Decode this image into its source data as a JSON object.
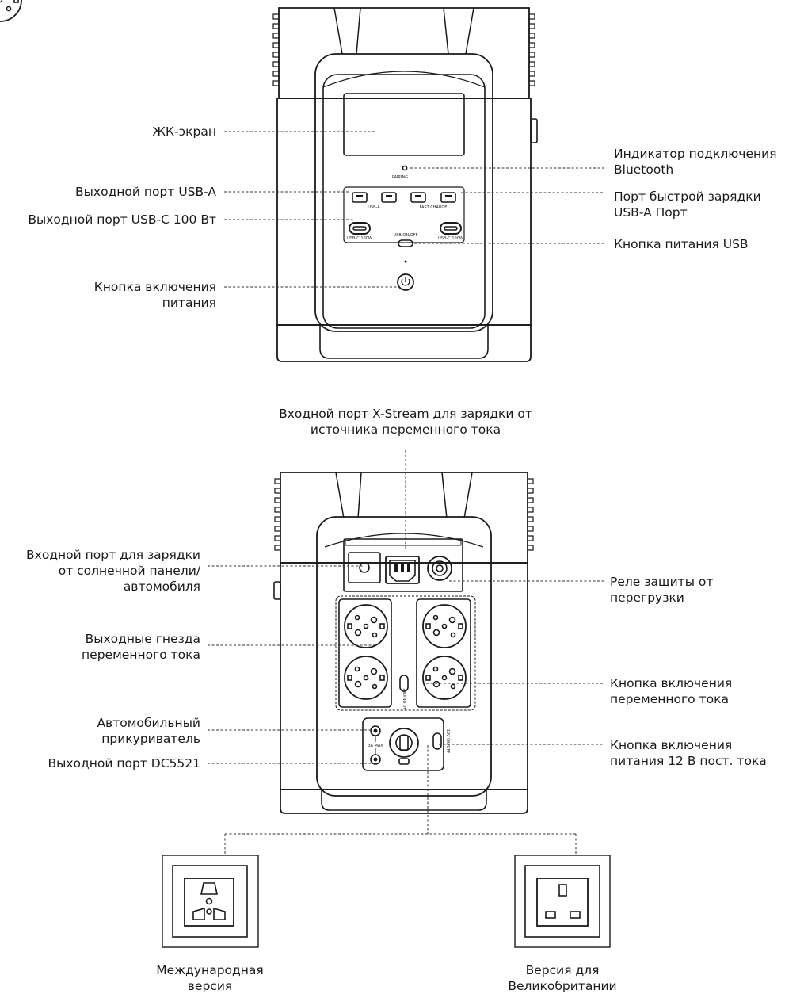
{
  "front": {
    "lcd": "ЖК-экран",
    "usb_a": "Выходной порт USB-A",
    "usb_c": "Выходной порт USB-C 100 Вт",
    "power_button": [
      "Кнопка включения",
      "питания"
    ],
    "bluetooth": [
      "Индикатор подключения",
      "Bluetooth"
    ],
    "fast_charge": [
      "Порт быстрой зарядки",
      "USB-A Порт"
    ],
    "usb_power": "Кнопка питания USB",
    "panel_text": {
      "pairing": "PAIRING",
      "usb_a": "USB-A",
      "fast_charge": "FAST CHARGE",
      "usb_c_left": "USB-C 100W",
      "usb_c_right": "USB-C 100W",
      "usb_onoff": "USB ON/OFF"
    }
  },
  "back": {
    "xstream": [
      "Входной порт X-Stream для зарядки от",
      "источника переменного тока"
    ],
    "solar": [
      "Входной порт для зарядки",
      "от солнечной панели/",
      "автомобиля"
    ],
    "ac_outlets": [
      "Выходные гнезда",
      "переменного тока"
    ],
    "car_lighter": [
      "Автомобильный",
      "прикуриватель"
    ],
    "dc5521": "Выходной порт DC5521",
    "overload": [
      "Реле защиты от",
      "перегрузки"
    ],
    "ac_button": [
      "Кнопка включения",
      "переменного тока"
    ],
    "dc_button": [
      "Кнопка включения",
      "питания 12 В пост. тока"
    ],
    "panel_text": {
      "ac_onoff": "AC ON/OFF",
      "dc_onoff": "12V ON/OFF",
      "max": "3A MAX"
    }
  },
  "versions": {
    "international": [
      "Международная",
      "версия"
    ],
    "uk": [
      "Версия для",
      "Великобритании"
    ]
  }
}
